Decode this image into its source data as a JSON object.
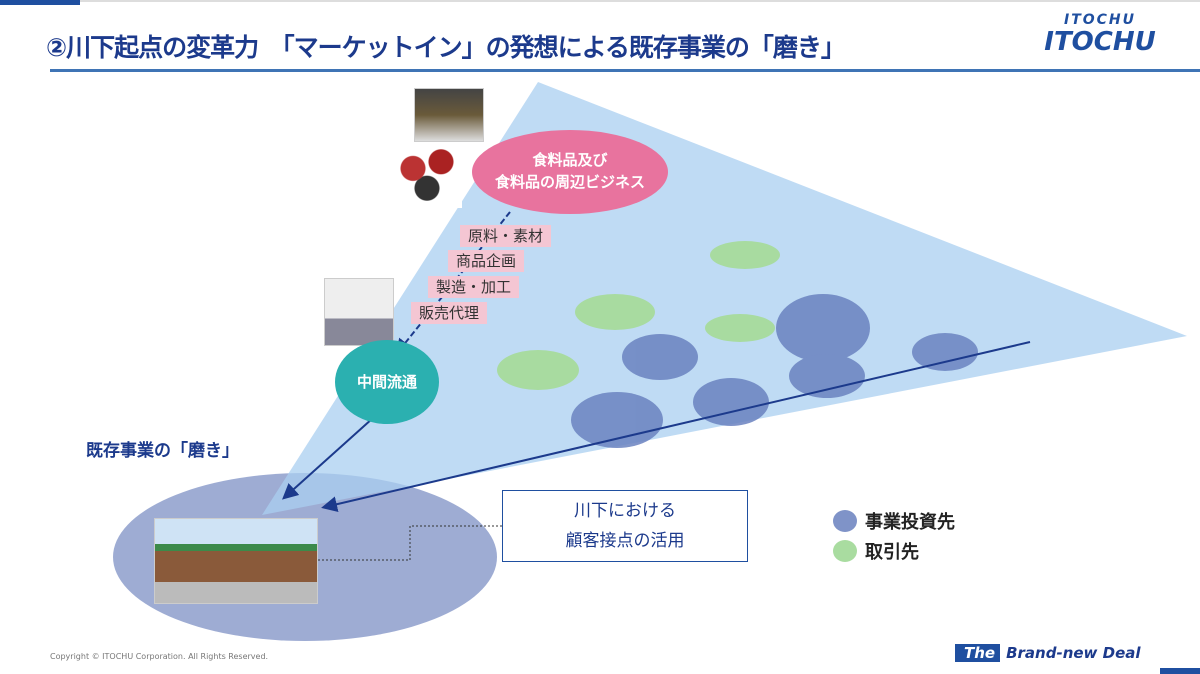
{
  "title": "②川下起点の変革力　「マーケットイン」の発想による既存事業の「磨き」",
  "logo": {
    "top": "ITOCHU",
    "main": "ITOCHU"
  },
  "bubbles": {
    "food": [
      "食料品及び",
      "食料品の周辺ビジネス"
    ],
    "middle": "中間流通"
  },
  "functions": [
    "原料・素材",
    "商品企画",
    "製造・加工",
    "販売代理"
  ],
  "existing_label": "既存事業の「磨き」",
  "callout": [
    "川下における",
    "顧客接点の活用"
  ],
  "legend": [
    {
      "label": "事業投資先",
      "color": "#7f93c8"
    },
    {
      "label": "取引先",
      "color": "#a9dca0"
    }
  ],
  "copyright": "Copyright © ITOCHU Corporation. All Rights Reserved.",
  "brand": {
    "the": "The",
    "rest": "Brand-new Deal"
  },
  "icons": [
    "food-photo",
    "truck-photo",
    "store-photo"
  ]
}
